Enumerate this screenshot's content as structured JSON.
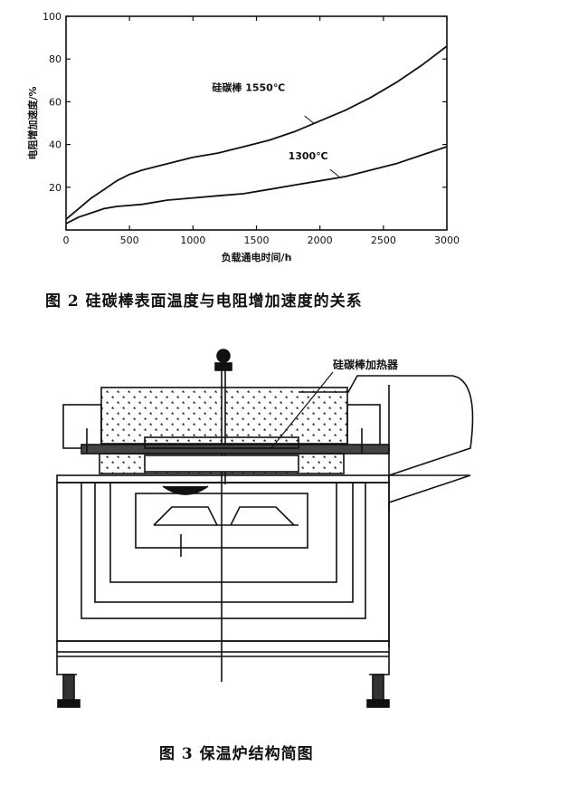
{
  "chart_data": {
    "type": "line",
    "xlabel": "负载通电时间/h",
    "ylabel": "电阻增加速度/%",
    "xlim": [
      0,
      3000
    ],
    "ylim": [
      0,
      100
    ],
    "x_ticks": [
      0,
      500,
      1000,
      1500,
      2000,
      2500,
      3000
    ],
    "y_ticks": [
      20,
      40,
      60,
      80,
      100
    ],
    "grid": false,
    "series": [
      {
        "name": "硅碳棒 1550℃",
        "x": [
          0,
          100,
          200,
          300,
          400,
          500,
          600,
          800,
          1000,
          1200,
          1400,
          1600,
          1800,
          2000,
          2200,
          2400,
          2600,
          2800,
          3000
        ],
        "y": [
          5,
          10,
          15,
          19,
          23,
          26,
          28,
          31,
          34,
          36,
          39,
          42,
          46,
          51,
          56,
          62,
          69,
          77,
          86
        ]
      },
      {
        "name": "1300℃",
        "x": [
          0,
          100,
          200,
          300,
          400,
          600,
          800,
          1000,
          1200,
          1400,
          1600,
          1800,
          2000,
          2200,
          2400,
          2600,
          2800,
          3000
        ],
        "y": [
          3,
          6,
          8,
          10,
          11,
          12,
          14,
          15,
          16,
          17,
          19,
          21,
          23,
          25,
          28,
          31,
          35,
          39
        ]
      }
    ]
  },
  "figure2_caption": "图 2   硅碳棒表面温度与电阻增加速度的关系",
  "figure3": {
    "heater_label": "硅碳棒加热器",
    "caption": "图 3   保温炉结构简图"
  }
}
